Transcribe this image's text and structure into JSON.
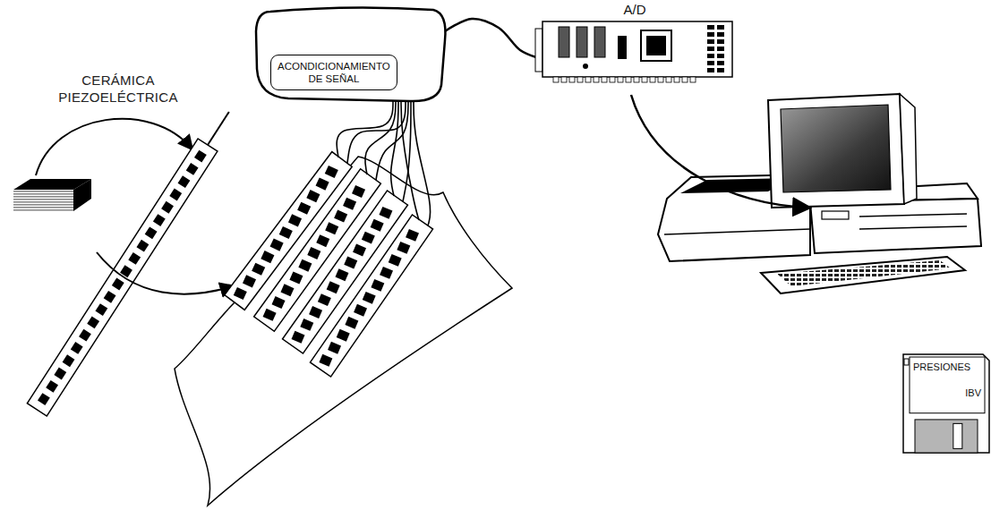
{
  "diagram": {
    "nodes": [
      {
        "text": [
          "ACONDICIONAMIENTO DE SEÑAL"
        ]
      },
      {
        "text": [
          "A/D"
        ]
      },
      {
        "text": [
          "PRESIONES",
          "IBV"
        ]
      }
    ],
    "edges": [
      {
        "from": 0,
        "to": 1,
        "arrow": "none"
      }
    ],
    "labels": [
      "CERÁMICA PIEZOELÉCTRICA"
    ]
  }
}
